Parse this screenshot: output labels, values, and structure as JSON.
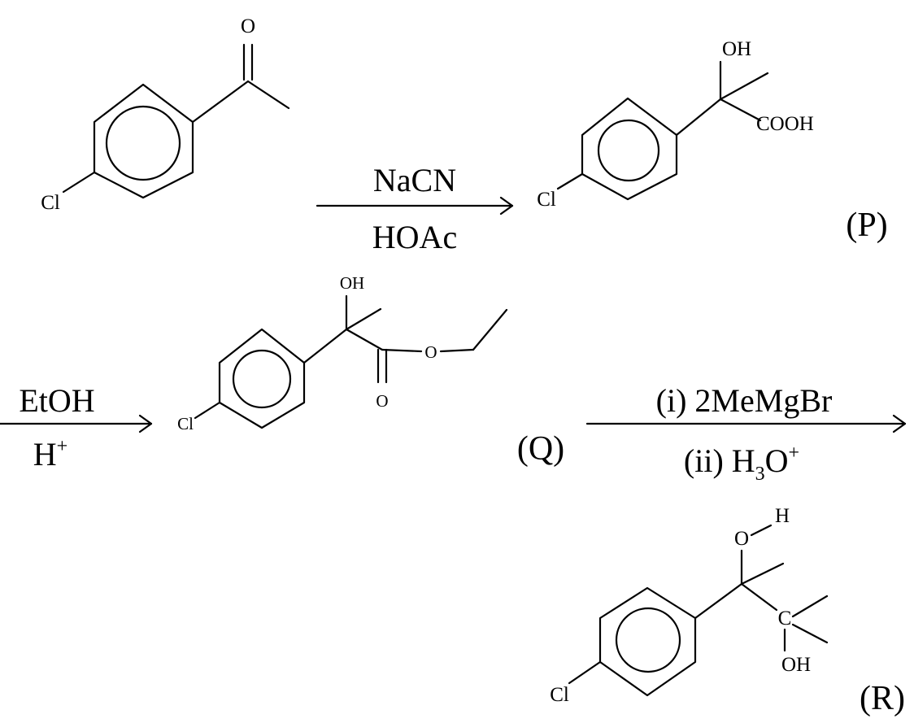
{
  "scheme": {
    "start_material": {
      "cl": "Cl",
      "o": "O"
    },
    "step1": {
      "reagent_top": "NaCN",
      "reagent_bottom": "HOAc"
    },
    "product_p": {
      "label": "(P)",
      "oh": "OH",
      "cooh": "COOH",
      "cl": "Cl"
    },
    "step2": {
      "reagent_top": "EtOH",
      "reagent_bottom_base": "H",
      "reagent_bottom_sup": "+"
    },
    "product_q": {
      "label": "(Q)",
      "oh": "OH",
      "o_ester": "O",
      "o_carbonyl": "O",
      "cl": "Cl"
    },
    "step3": {
      "reagent_top": "(i) 2MeMgBr",
      "reagent_bottom_prefix": "(ii) H",
      "reagent_bottom_sub": "3",
      "reagent_bottom_mid": "O",
      "reagent_bottom_sup": "+"
    },
    "product_r": {
      "label": "(R)",
      "o": "O",
      "h": "H",
      "c": "C",
      "oh": "OH",
      "cl": "Cl"
    }
  }
}
